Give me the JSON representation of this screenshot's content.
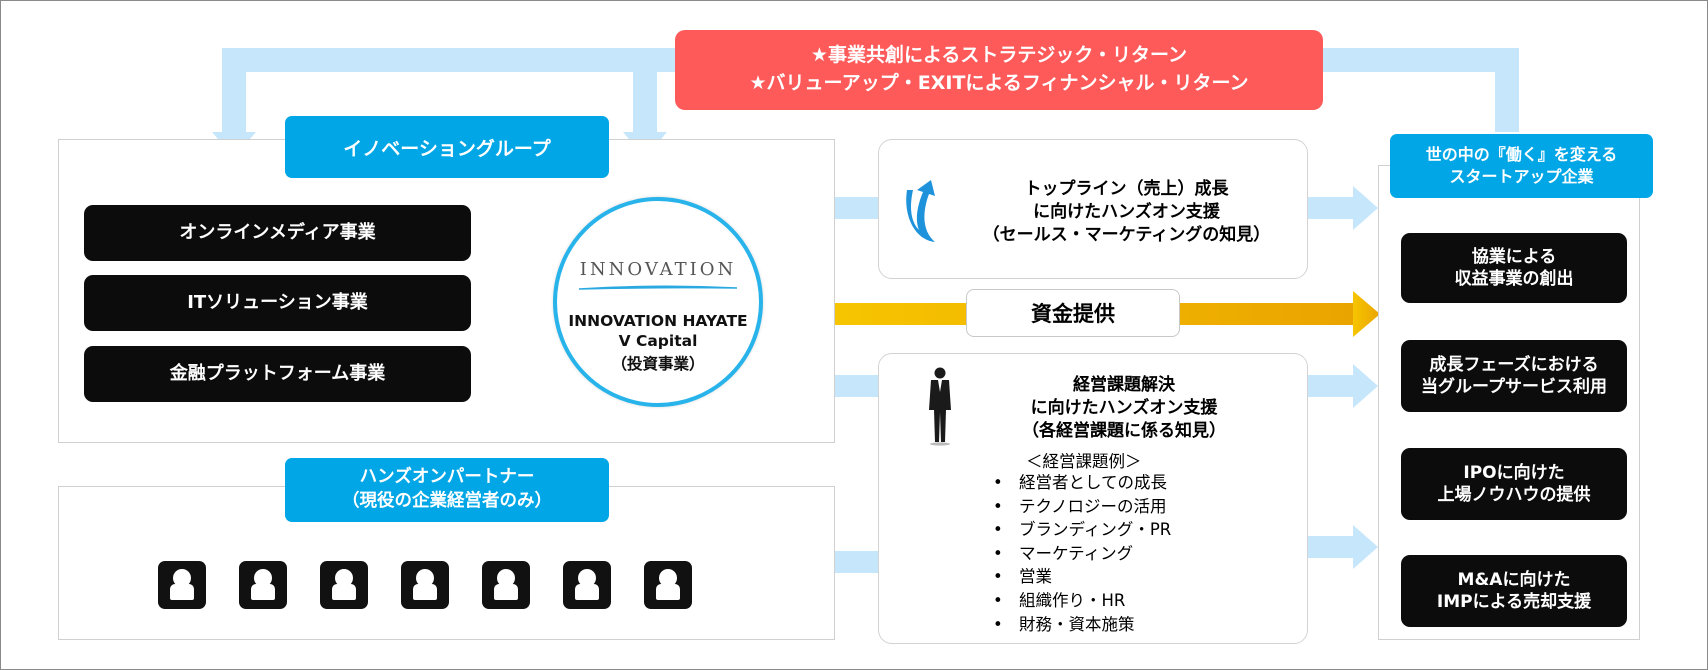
{
  "returns_banner": {
    "line1": "★事業共創によるストラテジック・リターン",
    "line2": "★バリューアップ・EXITによるフィナンシャル・リターン"
  },
  "innovation_group": {
    "title": "イノベーショングループ",
    "businesses": [
      "オンラインメディア事業",
      "ITソリューション事業",
      "金融プラットフォーム事業"
    ]
  },
  "hayate": {
    "logo_text": "INNOVATION",
    "name_line1": "INNOVATION HAYATE",
    "name_line2": "V Capital",
    "name_line3": "（投資事業）"
  },
  "partners": {
    "title_line1": "ハンズオンパートナー",
    "title_line2": "（現役の企業経営者のみ）",
    "avatar_count": 7
  },
  "support_topline": {
    "line1": "トップライン（売上）成長",
    "line2": "に向けたハンズオン支援",
    "line3": "（セールス・マーケティングの知見）",
    "icon": "upward-curve-arrow-icon"
  },
  "funding": {
    "label": "資金提供"
  },
  "support_management": {
    "line1": "経営課題解決",
    "line2": "に向けたハンズオン支援",
    "line3": "（各経営課題に係る知見）",
    "icon": "businessman-icon",
    "examples_header": "＜経営課題例＞",
    "examples": [
      "経営者としての成長",
      "テクノロジーの活用",
      "ブランディング・PR",
      "マーケティング",
      "営業",
      "組織作り・HR",
      "財務・資本施策"
    ]
  },
  "startups": {
    "title_line1": "世の中の『働く』を変える",
    "title_line2": "スタートアップ企業",
    "benefits": [
      {
        "line1": "協業による",
        "line2": "収益事業の創出"
      },
      {
        "line1": "成長フェーズにおける",
        "line2": "当グループサービス利用"
      },
      {
        "line1": "IPOに向けた",
        "line2": "上場ノウハウの提供"
      },
      {
        "line1": "M&Aに向けた",
        "line2": "IMPによる売却支援"
      }
    ]
  },
  "colors": {
    "accent_blue": "#00a6e6",
    "arrow_light_blue": "#c6e6fb",
    "return_red": "#ff5a5a",
    "funding_gold": "#f2b800",
    "hayate_ring": "#28b4ea"
  }
}
